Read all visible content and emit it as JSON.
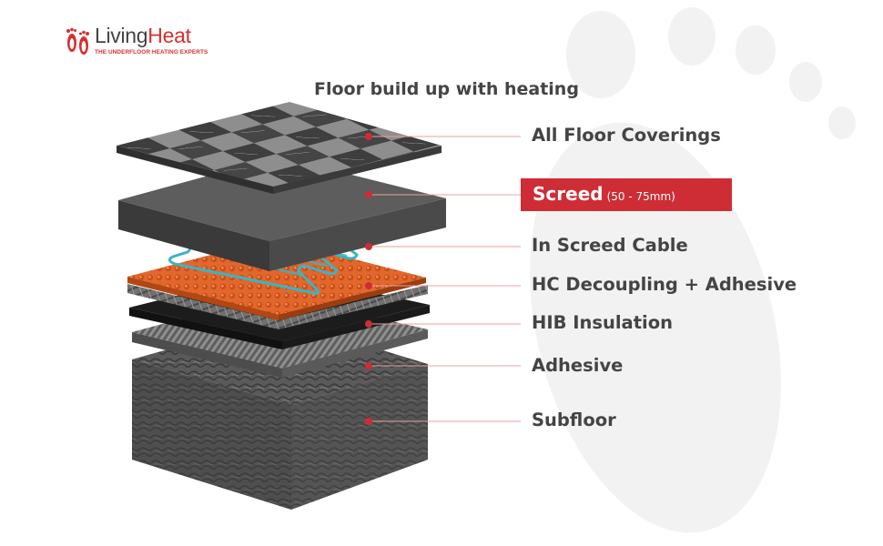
{
  "brand": {
    "name_part1": "Living",
    "name_part2": "Heat",
    "tagline": "THE UNDERFLOOR HEATING EXPERTS"
  },
  "diagram": {
    "title": "Floor build up with heating",
    "layers": [
      {
        "id": "floor-coverings",
        "label": "All Floor Coverings"
      },
      {
        "id": "screed",
        "label": "Screed",
        "note": "(50 - 75mm)",
        "highlighted": true
      },
      {
        "id": "in-screed-cable",
        "label": "In Screed Cable"
      },
      {
        "id": "hc-decoupling",
        "label": "HC Decoupling + Adhesive"
      },
      {
        "id": "hib-insulation",
        "label": "HIB Insulation"
      },
      {
        "id": "adhesive",
        "label": "Adhesive"
      },
      {
        "id": "subfloor",
        "label": "Subfloor"
      }
    ]
  },
  "colors": {
    "accent": "#cf2d35",
    "text": "#444444",
    "cable": "#3ab4c4",
    "membrane": "#e0642a"
  },
  "icons": {
    "logo": "footprints-icon"
  }
}
